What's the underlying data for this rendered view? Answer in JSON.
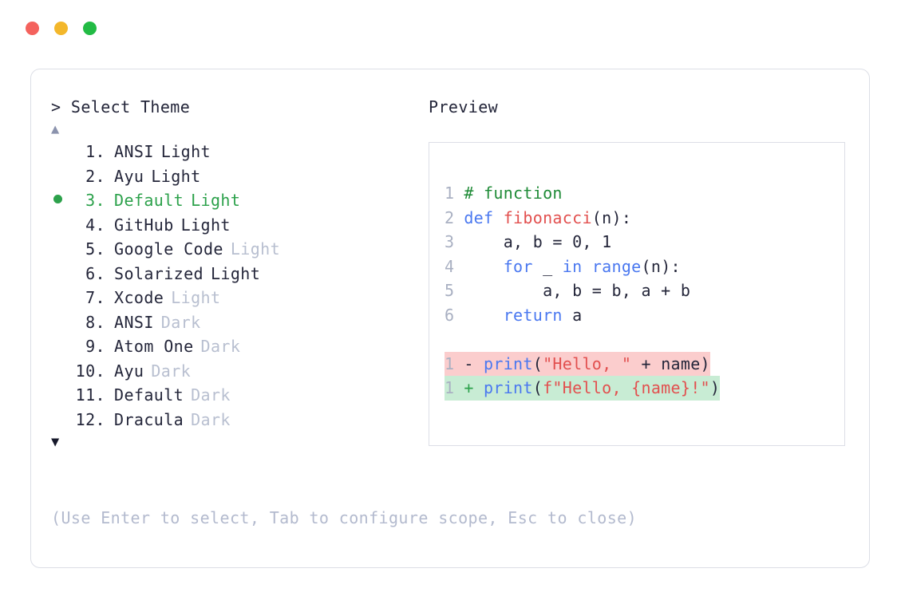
{
  "window": {
    "dots": [
      {
        "name": "close-dot",
        "color": "#f4625d"
      },
      {
        "name": "minimize-dot",
        "color": "#f3b72b"
      },
      {
        "name": "maximize-dot",
        "color": "#22bb44"
      }
    ]
  },
  "left_panel": {
    "prompt": "> Select Theme",
    "scroll_up": "▲",
    "scroll_down": "▼",
    "selected_index": 3,
    "selected_bullet": "●",
    "accent_green": "#2ca14b",
    "items": [
      {
        "index": " 1.",
        "name": "ANSI",
        "variant": "Light",
        "variant_dim": false,
        "selected": false
      },
      {
        "index": " 2.",
        "name": "Ayu",
        "variant": "Light",
        "variant_dim": false,
        "selected": false
      },
      {
        "index": " 3.",
        "name": "Default",
        "variant": "Light",
        "variant_dim": false,
        "selected": true
      },
      {
        "index": " 4.",
        "name": "GitHub",
        "variant": "Light",
        "variant_dim": false,
        "selected": false
      },
      {
        "index": " 5.",
        "name": "Google Code",
        "variant": "Light",
        "variant_dim": true,
        "selected": false
      },
      {
        "index": " 6.",
        "name": "Solarized",
        "variant": "Light",
        "variant_dim": false,
        "selected": false
      },
      {
        "index": " 7.",
        "name": "Xcode",
        "variant": "Light",
        "variant_dim": true,
        "selected": false
      },
      {
        "index": " 8.",
        "name": "ANSI",
        "variant": "Dark",
        "variant_dim": true,
        "selected": false
      },
      {
        "index": " 9.",
        "name": "Atom One",
        "variant": "Dark",
        "variant_dim": true,
        "selected": false
      },
      {
        "index": "10.",
        "name": "Ayu",
        "variant": "Dark",
        "variant_dim": true,
        "selected": false
      },
      {
        "index": "11.",
        "name": "Default",
        "variant": "Dark",
        "variant_dim": true,
        "selected": false
      },
      {
        "index": "12.",
        "name": "Dracula",
        "variant": "Dark",
        "variant_dim": true,
        "selected": false
      }
    ],
    "hint": "(Use Enter to select, Tab to configure scope, Esc to close)"
  },
  "right_panel": {
    "label": "Preview",
    "code": {
      "lines": [
        {
          "no": "1",
          "tokens": [
            {
              "t": "# function",
              "c": "comment"
            }
          ]
        },
        {
          "no": "2",
          "tokens": [
            {
              "t": "def ",
              "c": "keyword"
            },
            {
              "t": "fibonacci",
              "c": "func"
            },
            {
              "t": "(n):",
              "c": "plain"
            }
          ]
        },
        {
          "no": "3",
          "tokens": [
            {
              "t": "    a, b = 0, 1",
              "c": "plain"
            }
          ]
        },
        {
          "no": "4",
          "tokens": [
            {
              "t": "    ",
              "c": "plain"
            },
            {
              "t": "for",
              "c": "keyword"
            },
            {
              "t": " _ ",
              "c": "plain"
            },
            {
              "t": "in",
              "c": "keyword"
            },
            {
              "t": " ",
              "c": "plain"
            },
            {
              "t": "range",
              "c": "builtin"
            },
            {
              "t": "(n):",
              "c": "plain"
            }
          ]
        },
        {
          "no": "5",
          "tokens": [
            {
              "t": "        a, b = b, a + b",
              "c": "plain"
            }
          ]
        },
        {
          "no": "6",
          "tokens": [
            {
              "t": "    ",
              "c": "plain"
            },
            {
              "t": "return",
              "c": "keyword"
            },
            {
              "t": " a",
              "c": "plain"
            }
          ]
        }
      ],
      "diff": [
        {
          "kind": "del",
          "no": "1",
          "marker": "-",
          "tokens": [
            {
              "t": "print",
              "c": "builtin"
            },
            {
              "t": "(",
              "c": "plain"
            },
            {
              "t": "\"Hello, \"",
              "c": "string"
            },
            {
              "t": " + name)",
              "c": "plain"
            }
          ]
        },
        {
          "kind": "add",
          "no": "1",
          "marker": "+",
          "tokens": [
            {
              "t": "print",
              "c": "builtin"
            },
            {
              "t": "(",
              "c": "plain"
            },
            {
              "t": "f\"Hello, {name}!\"",
              "c": "string"
            },
            {
              "t": ")",
              "c": "plain"
            }
          ]
        }
      ]
    }
  },
  "colors": {
    "card_border": "#dcdee6",
    "text": "#24263a",
    "dim": "#b8bfd0",
    "hint": "#b3bace",
    "comment": "#1f8b37",
    "keyword": "#4a78f0",
    "func": "#e2504f",
    "string": "#e2504f",
    "diff_del_bg": "#fbcdcd",
    "diff_add_bg": "#c8ecd4"
  }
}
